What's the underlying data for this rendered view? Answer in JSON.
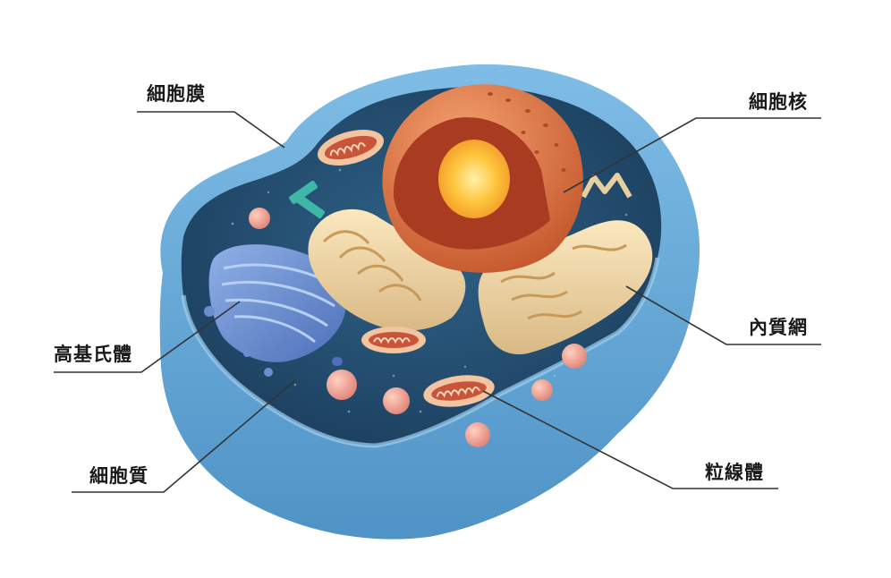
{
  "labels": {
    "cell_membrane": "細胞膜",
    "nucleus": "細胞核",
    "endoplasmic_reticulum": "內質網",
    "golgi": "高基氏體",
    "mitochondria": "粒線體",
    "cytoplasm": "細胞質"
  },
  "colors": {
    "membrane": "#5fa6d6",
    "cytoplasm": "#244d6e",
    "nucleus": "#e07b4a",
    "nucleolus": "#ffcc4a",
    "er": "#f0d9a8",
    "golgi": "#6a8fd0",
    "mitochondria": "#d98a6a",
    "leader_line": "#333333"
  }
}
